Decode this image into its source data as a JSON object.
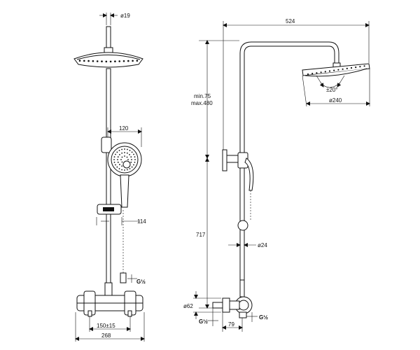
{
  "dimensions": {
    "top_pipe_dia": "ø19",
    "handshower_width": "120",
    "slider_offset": "114",
    "inlet_thread_left": "G½",
    "valve_spacing": "150±15",
    "valve_width": "268",
    "total_width": "524",
    "adjust_range_min": "min.75",
    "adjust_range_max": "max.480",
    "head_tilt": "±20°",
    "head_dia": "ø240",
    "height_717": "717",
    "riser_dia": "ø24",
    "eccentric_dia": "ø62",
    "inlet_thread_bottom_left": "G½",
    "wall_offset": "79",
    "inlet_thread_bottom_right": "G½"
  }
}
